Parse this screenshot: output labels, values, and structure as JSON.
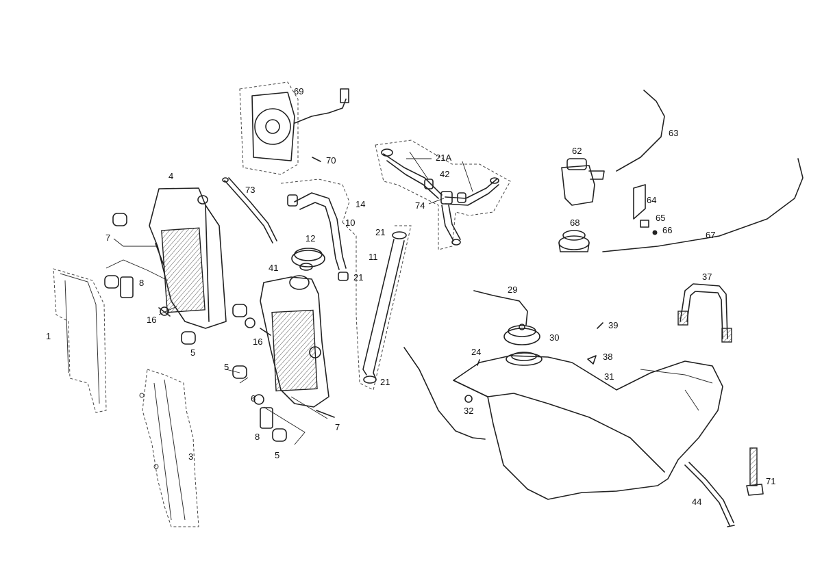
{
  "callouts": {
    "c1": "1",
    "c3": "3",
    "c4": "4",
    "c5a": "5",
    "c5b": "5",
    "c5c": "5",
    "c6": "6",
    "c7a": "7",
    "c7b": "7",
    "c8a": "8",
    "c8b": "8",
    "c10": "10",
    "c11": "11",
    "c12": "12",
    "c14": "14",
    "c16a": "16",
    "c16b": "16",
    "c21a": "21",
    "c21b": "21",
    "c21c": "21",
    "c21A": "21A",
    "c24": "24",
    "c29": "29",
    "c30": "30",
    "c31": "31",
    "c32": "32",
    "c37": "37",
    "c38": "38",
    "c39": "39",
    "c41": "41",
    "c42": "42",
    "c44": "44",
    "c62": "62",
    "c63": "63",
    "c64": "64",
    "c65": "65",
    "c66": "66",
    "c67": "67",
    "c68": "68",
    "c69": "69",
    "c70": "70",
    "c71": "71",
    "c73": "73",
    "c74": "74"
  }
}
